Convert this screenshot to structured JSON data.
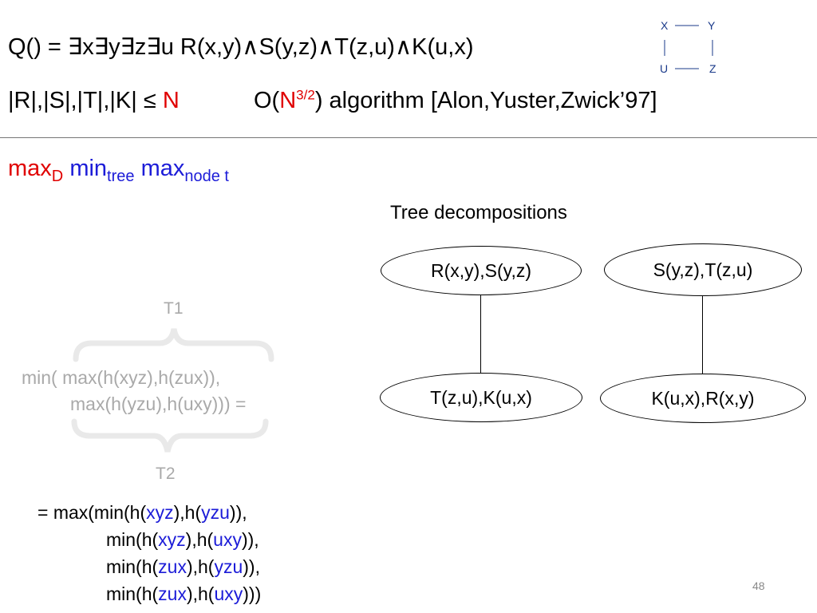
{
  "header": {
    "query": "Q() = ∃x∃y∃z∃u R(x,y)∧S(y,z)∧T(z,u)∧K(u,x)",
    "bound_prefix": "|R|,|S|,|T|,|K| ≤ ",
    "bound_var": "N",
    "algo_prefix": "O(",
    "algo_N": "N",
    "algo_exp": "3/2",
    "algo_suffix": ") algorithm [Alon,Yuster,Zwick’97]"
  },
  "graph": {
    "x": "X",
    "y": "Y",
    "u": "U",
    "z": "Z"
  },
  "formula": {
    "max": "max",
    "max_sub": "D",
    "min": "min",
    "min_sub": "tree",
    "max2": "max",
    "max2_sub": "node t"
  },
  "tree_title": "Tree decompositions",
  "trees": [
    {
      "top": "R(x,y),S(y,z)",
      "bottom": "T(z,u),K(u,x)"
    },
    {
      "top": "S(y,z),T(z,u)",
      "bottom": "K(u,x),R(x,y)"
    }
  ],
  "gray_expr": {
    "t1": "T1",
    "t2": "T2",
    "line1": "min( max(h(xyz),h(zux)),",
    "line2": "max(h(yzu),h(uxy))) ="
  },
  "result": {
    "l1_a": "= max(min(h(",
    "l1_b": "xyz",
    "l1_c": "),h(",
    "l1_d": "yzu",
    "l1_e": ")),",
    "l2_a": "min(h(",
    "l2_b": "xyz",
    "l2_c": "),h(",
    "l2_d": "uxy",
    "l2_e": ")),",
    "l3_a": "min(h(",
    "l3_b": "zux",
    "l3_c": "),h(",
    "l3_d": "yzu",
    "l3_e": ")),",
    "l4_a": "min(h(",
    "l4_b": "zux",
    "l4_c": "),h(",
    "l4_d": "uxy",
    "l4_e": ")))"
  },
  "page_number": "48",
  "colors": {
    "red": "#e00000",
    "blue": "#1c1cd8",
    "gray": "#a9a9a9"
  }
}
